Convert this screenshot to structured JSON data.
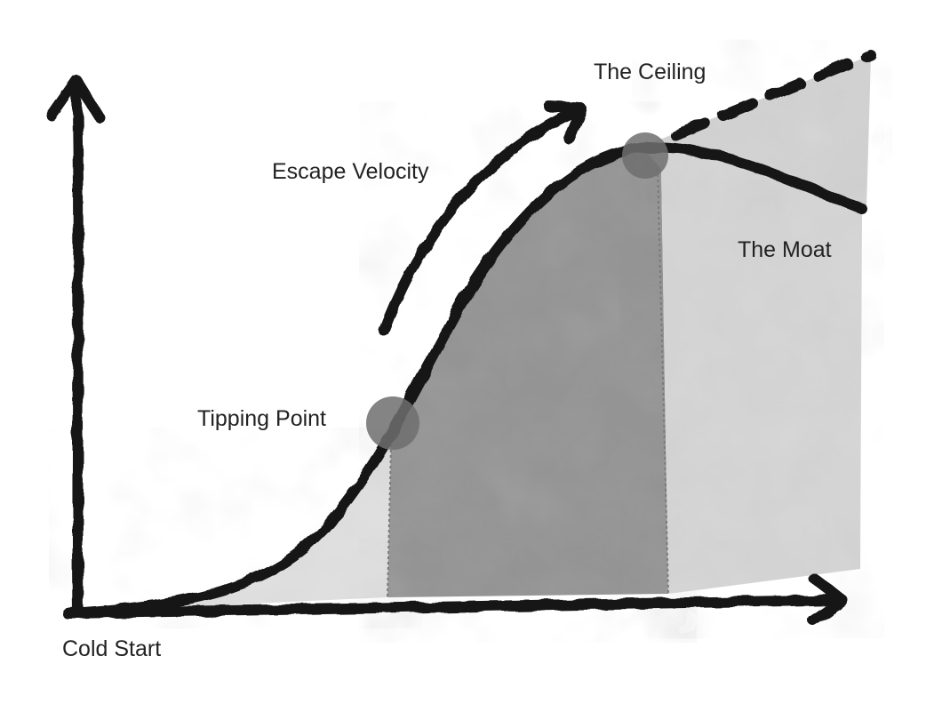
{
  "diagram": {
    "labels": {
      "cold_start": "Cold Start",
      "tipping_point": "Tipping Point",
      "escape_velocity": "Escape Velocity",
      "the_ceiling": "The Ceiling",
      "the_moat": "The Moat"
    },
    "colors": {
      "ink": "#151515",
      "shade_light": "#e0e0e0",
      "shade_mid": "#9a9a9a",
      "shade_right": "#d6d6d6",
      "dot": "#6f6f6f",
      "text": "#222222"
    },
    "icons": [
      "y-axis-arrow-icon",
      "x-axis-arrow-icon",
      "momentum-arrow-icon"
    ]
  }
}
